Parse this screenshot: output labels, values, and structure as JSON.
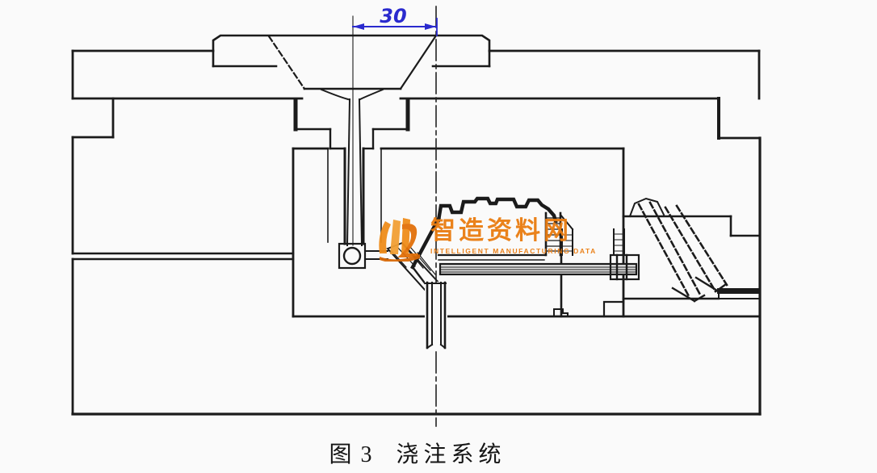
{
  "drawing": {
    "dimension": {
      "value": "30",
      "color": "#2a2ace"
    },
    "caption": {
      "label": "图 3",
      "title": "浇注系统"
    },
    "watermark": {
      "brand": "智造资料网",
      "tagline": "INTELLIGENT MANUFACTURING DATA",
      "color": "#ea7c10"
    },
    "colors": {
      "line": "#1b1b1b",
      "background": "#fafafa",
      "runner_fill": "#e0e0e0"
    }
  }
}
